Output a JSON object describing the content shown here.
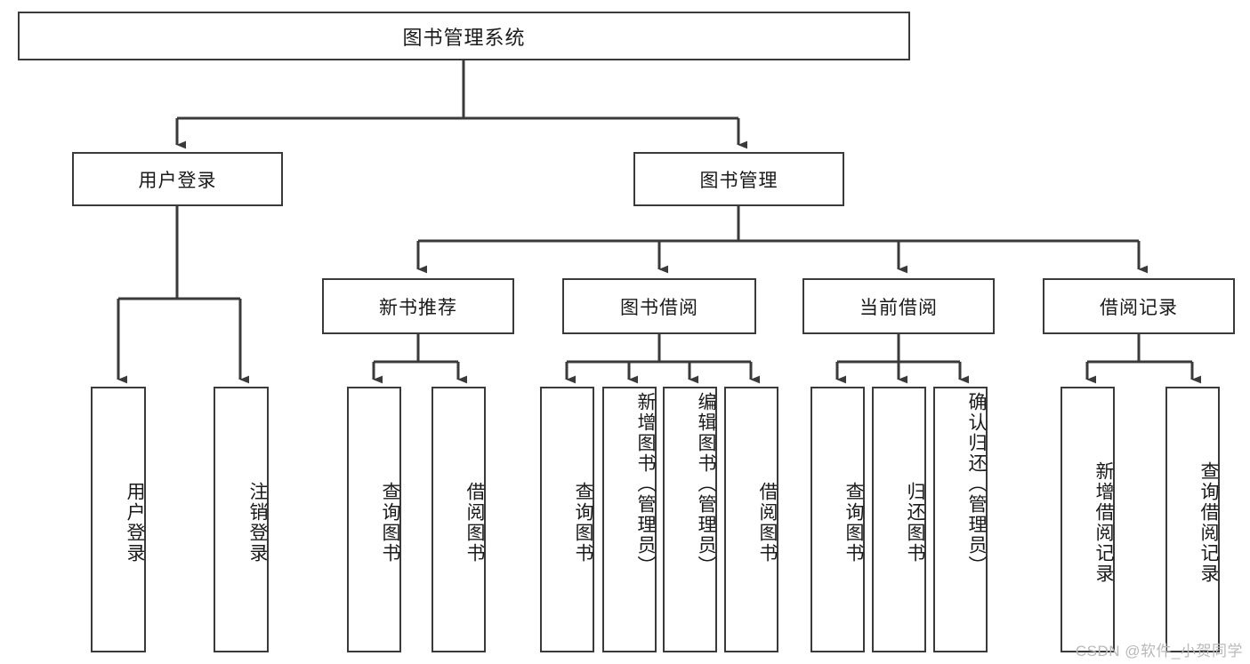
{
  "diagram": {
    "type": "tree-hierarchy",
    "title": "图书管理系统",
    "root": {
      "label": "图书管理系统"
    },
    "level1": [
      {
        "id": "user-login",
        "label": "用户登录"
      },
      {
        "id": "book-manage",
        "label": "图书管理"
      }
    ],
    "level2": [
      {
        "id": "new-book-rec",
        "label": "新书推荐",
        "parent": "book-manage"
      },
      {
        "id": "book-borrow",
        "label": "图书借阅",
        "parent": "book-manage"
      },
      {
        "id": "current-borrow",
        "label": "当前借阅",
        "parent": "book-manage"
      },
      {
        "id": "borrow-record",
        "label": "借阅记录",
        "parent": "book-manage"
      }
    ],
    "leaves": {
      "user_login": [
        {
          "id": "leaf-user-login",
          "label": "用户登录"
        },
        {
          "id": "leaf-logout",
          "label": "注销登录"
        }
      ],
      "new_book_rec": [
        {
          "id": "leaf-query-book-1",
          "label": "查询图书"
        },
        {
          "id": "leaf-borrow-book-1",
          "label": "借阅图书"
        }
      ],
      "book_borrow": [
        {
          "id": "leaf-query-book-2",
          "label": "查询图书"
        },
        {
          "id": "leaf-add-book",
          "label": "新增图书（管理员）"
        },
        {
          "id": "leaf-edit-book",
          "label": "编辑图书（管理员）"
        },
        {
          "id": "leaf-borrow-book-2",
          "label": "借阅图书"
        }
      ],
      "current_borrow": [
        {
          "id": "leaf-query-book-3",
          "label": "查询图书"
        },
        {
          "id": "leaf-return-book",
          "label": "归还图书"
        },
        {
          "id": "leaf-confirm-return",
          "label": "确认归还（管理员）"
        }
      ],
      "borrow_record": [
        {
          "id": "leaf-add-record",
          "label": "新增借阅记录"
        },
        {
          "id": "leaf-query-record",
          "label": "查询借阅记录"
        }
      ]
    },
    "watermark": "CSDN @软件_小贺同学",
    "colors": {
      "stroke": "#3a3a3a",
      "fill": "#ffffff",
      "text": "#1a1a1a",
      "watermark": "#b9b9b9"
    }
  }
}
